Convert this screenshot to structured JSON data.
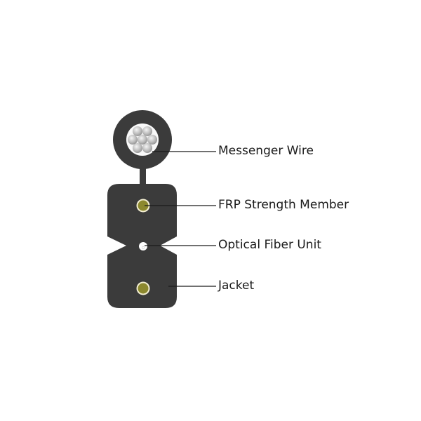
{
  "diagram": {
    "type": "cable-cross-section",
    "colors": {
      "jacket": "#3b3b3b",
      "messenger_wire_core": "#d9d9d9",
      "frp_fill": "#8c882e",
      "frp_ring": "#f3eed2",
      "fiber_unit": "#ffffff",
      "leader_line": "#1a1a1a"
    },
    "labels": [
      {
        "id": "messenger-wire",
        "text": "Messenger Wire"
      },
      {
        "id": "frp-strength-member",
        "text": "FRP Strength Member"
      },
      {
        "id": "optical-fiber-unit",
        "text": "Optical Fiber Unit"
      },
      {
        "id": "jacket",
        "text": "Jacket"
      }
    ]
  }
}
